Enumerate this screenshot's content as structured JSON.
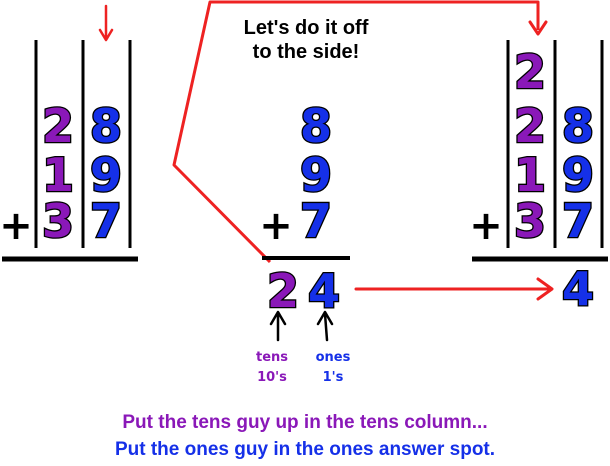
{
  "colors": {
    "tens": "#8a18b8",
    "ones": "#1530e8",
    "arrow_red": "#ee2222",
    "ink": "#000000"
  },
  "left_problem": {
    "operator": "+",
    "tens_digits": [
      "2",
      "1",
      "3"
    ],
    "ones_digits": [
      "8",
      "9",
      "7"
    ]
  },
  "middle_problem": {
    "note_line1": "Let's do it off",
    "note_line2": "to the side!",
    "operator": "+",
    "addends": [
      "8",
      "9",
      "7"
    ],
    "sum_tens": "2",
    "sum_ones": "4",
    "label_tens_line1": "tens",
    "label_tens_line2": "10's",
    "label_ones_line1": "ones",
    "label_ones_line2": "1's"
  },
  "right_problem": {
    "operator": "+",
    "carry": "2",
    "tens_digits": [
      "2",
      "1",
      "3"
    ],
    "ones_digits": [
      "8",
      "9",
      "7"
    ],
    "answer_ones": "4"
  },
  "caption": {
    "line1": "Put the tens guy up in the tens column...",
    "line2": "Put the ones guy in the ones answer spot."
  }
}
